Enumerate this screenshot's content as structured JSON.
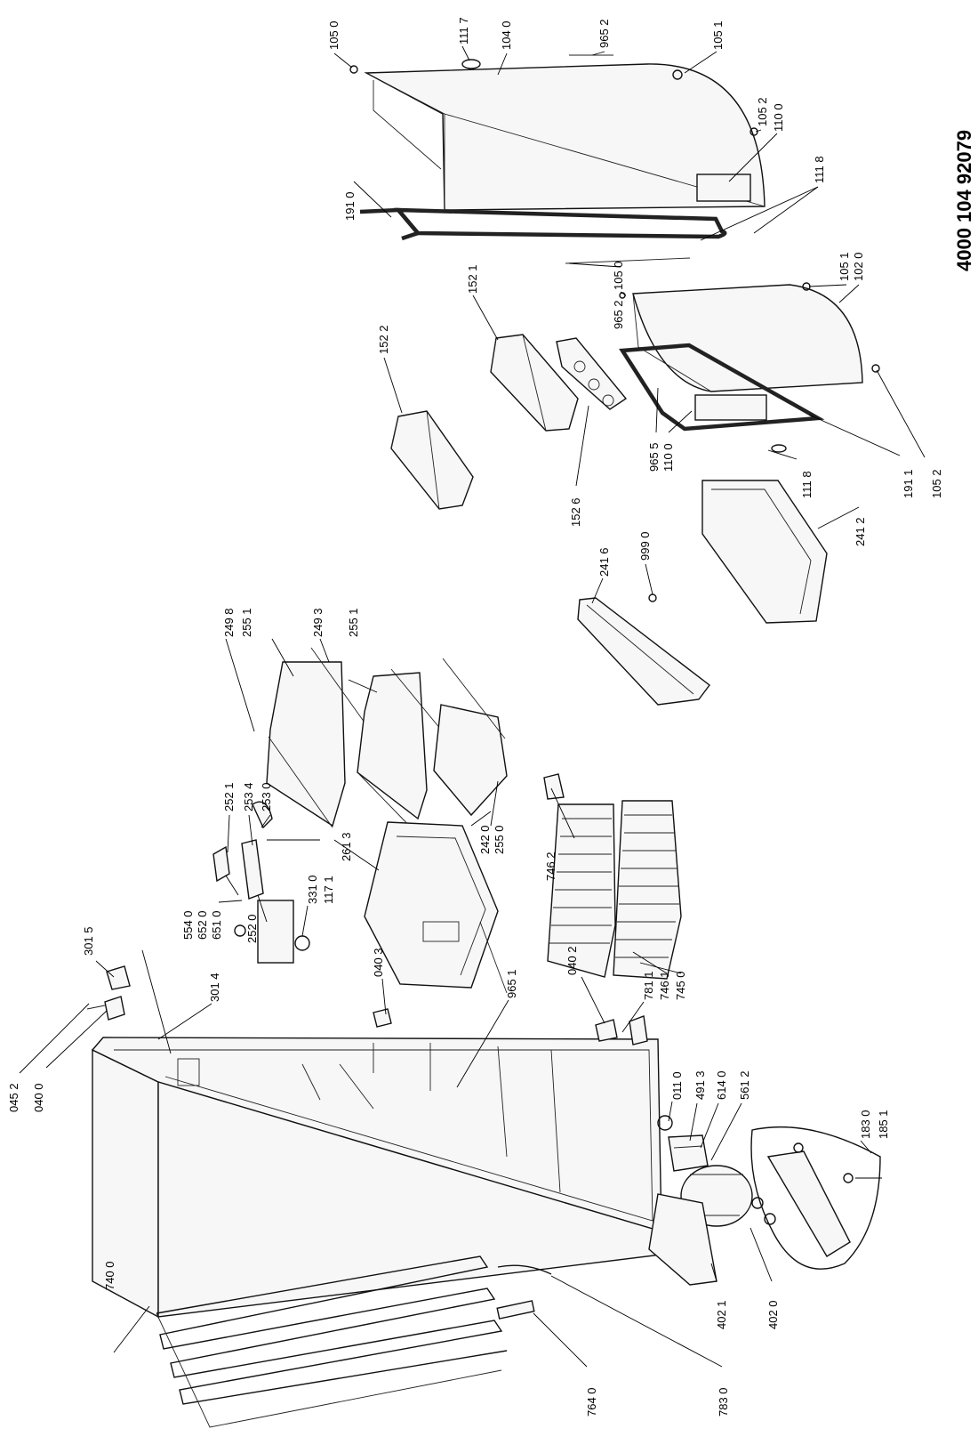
{
  "document_number": "4000 104 92079",
  "labels": [
    {
      "id": "l0452",
      "text": "045 2"
    },
    {
      "id": "l0400",
      "text": "040 0"
    },
    {
      "id": "l7400",
      "text": "740 0"
    },
    {
      "id": "l3015",
      "text": "301 5"
    },
    {
      "id": "l3014",
      "text": "301 4"
    },
    {
      "id": "l5540",
      "text": "554 0"
    },
    {
      "id": "l6520",
      "text": "652 0"
    },
    {
      "id": "l6510",
      "text": "651 0"
    },
    {
      "id": "l2520",
      "text": "252 0"
    },
    {
      "id": "l2521",
      "text": "252 1"
    },
    {
      "id": "l2534",
      "text": "253 4"
    },
    {
      "id": "l2530",
      "text": "253 0"
    },
    {
      "id": "l2498",
      "text": "249 8"
    },
    {
      "id": "l2551a",
      "text": "255 1"
    },
    {
      "id": "l2493",
      "text": "249 3"
    },
    {
      "id": "l2551b",
      "text": "255 1"
    },
    {
      "id": "l3310",
      "text": "331 0"
    },
    {
      "id": "l1171",
      "text": "117 1"
    },
    {
      "id": "l2613",
      "text": "261 3"
    },
    {
      "id": "l2420",
      "text": "242 0"
    },
    {
      "id": "l2550",
      "text": "255 0"
    },
    {
      "id": "l0403",
      "text": "040 3"
    },
    {
      "id": "l9651",
      "text": "965 1"
    },
    {
      "id": "l0402",
      "text": "040 2"
    },
    {
      "id": "l7462",
      "text": "746 2"
    },
    {
      "id": "l7811",
      "text": "781 1"
    },
    {
      "id": "l7461",
      "text": "746 1"
    },
    {
      "id": "l7450",
      "text": "745 0"
    },
    {
      "id": "l0110",
      "text": "011 0"
    },
    {
      "id": "l4913",
      "text": "491 3"
    },
    {
      "id": "l6140",
      "text": "614 0"
    },
    {
      "id": "l5612",
      "text": "561 2"
    },
    {
      "id": "l1830",
      "text": "183 0"
    },
    {
      "id": "l1851",
      "text": "185 1"
    },
    {
      "id": "l4021",
      "text": "402 1"
    },
    {
      "id": "l4020",
      "text": "402 0"
    },
    {
      "id": "l7640",
      "text": "764 0"
    },
    {
      "id": "l7830",
      "text": "783 0"
    },
    {
      "id": "l1522",
      "text": "152 2"
    },
    {
      "id": "l1521",
      "text": "152 1"
    },
    {
      "id": "l1526",
      "text": "152 6"
    },
    {
      "id": "l2416",
      "text": "241 6"
    },
    {
      "id": "l9990",
      "text": "999 0"
    },
    {
      "id": "l2412",
      "text": "241 2"
    },
    {
      "id": "l9655",
      "text": "965 5"
    },
    {
      "id": "l1100b",
      "text": "110 0"
    },
    {
      "id": "l1118b",
      "text": "111 8"
    },
    {
      "id": "l1911",
      "text": "191 1"
    },
    {
      "id": "l1052b",
      "text": "105 2"
    },
    {
      "id": "l9652b",
      "text": "965 2"
    },
    {
      "id": "l1050b",
      "text": "105 0"
    },
    {
      "id": "l1051b",
      "text": "105 1"
    },
    {
      "id": "l1020",
      "text": "102 0"
    },
    {
      "id": "l1050a",
      "text": "105 0"
    },
    {
      "id": "l1117",
      "text": "111 7"
    },
    {
      "id": "l1040",
      "text": "104 0"
    },
    {
      "id": "l9652a",
      "text": "965 2"
    },
    {
      "id": "l1051a",
      "text": "105 1"
    },
    {
      "id": "l1052a",
      "text": "105 2"
    },
    {
      "id": "l1100a",
      "text": "110 0"
    },
    {
      "id": "l1118a",
      "text": "111 8"
    },
    {
      "id": "l1910",
      "text": "191 0"
    }
  ]
}
